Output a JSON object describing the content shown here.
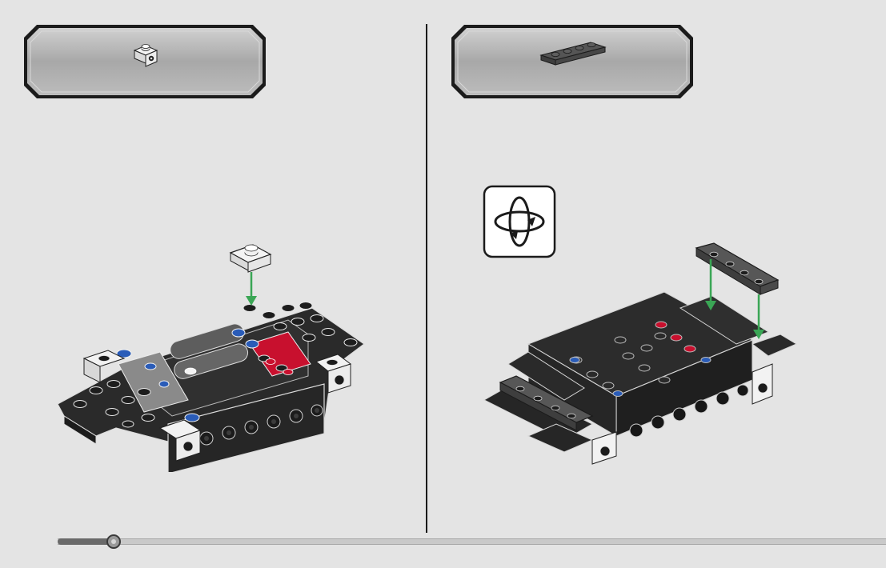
{
  "steps": [
    {
      "parts_list": {
        "items": [
          {
            "part": "white-bracket-1x1",
            "quantity_shown": false
          }
        ]
      },
      "build": {
        "action": "attach-bracket",
        "arrow_color": "#3aa655"
      }
    },
    {
      "parts_list": {
        "items": [
          {
            "part": "dark-grey-plate-1x4",
            "quantity_shown": false
          }
        ]
      },
      "rotate_icon": "rotate-model-icon",
      "build": {
        "action": "attach-plate",
        "arrow_color": "#3aa655"
      }
    }
  ],
  "progress": {
    "fraction": 0.068
  },
  "colors": {
    "background": "#e4e4e4",
    "callout_fill": "#b3b3b3",
    "callout_border": "#1b1b1b",
    "brick_black": "#2a2a2a",
    "brick_red": "#c8102e",
    "brick_blue": "#2a5cb8",
    "brick_white": "#f2f2f2",
    "brick_grey": "#6e6e6e"
  }
}
